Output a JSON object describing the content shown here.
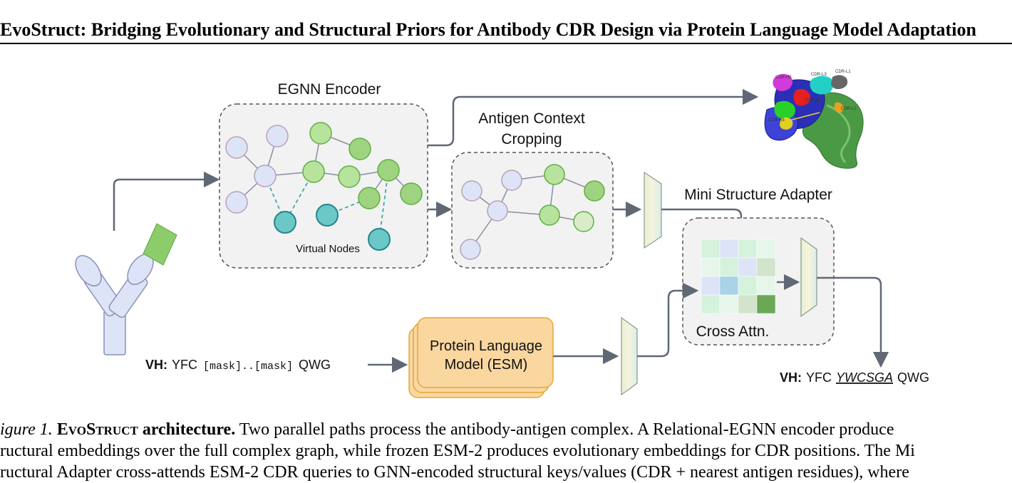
{
  "paper": {
    "title": "EvoStruct: Bridging Evolutionary and Structural Priors for Antibody CDR Design via Protein Language Model Adaptation"
  },
  "figure": {
    "egnn_label": "EGNN Encoder",
    "virtual_nodes_label": "Virtual Nodes",
    "antigen_label_line1": "Antigen Context",
    "antigen_label_line2": "Cropping",
    "adapter_label": "Mini Structure Adapter",
    "cross_attn_label": "Cross Attn.",
    "plm_label_line1": "Protein Language",
    "plm_label_line2": "Model (ESM)",
    "input_seq": {
      "prefix": "VH:",
      "start": "YFC",
      "masked": "[mask]..[mask]",
      "end": "QWG"
    },
    "output_seq": {
      "prefix": "VH:",
      "start": "YFC",
      "designed": "YWCSGA",
      "end": "QWG"
    },
    "protein_labels": [
      "CDR-H2",
      "CDR-L3",
      "CDR-L1",
      "CDR-H1",
      "CDR-L2",
      "CDR-H3"
    ]
  },
  "caption": {
    "fig_label": "igure 1.",
    "name": "EvoStruct",
    "name_suffix": " architecture.",
    "line1_rest": " Two parallel paths process the antibody-antigen complex. A Relational-EGNN encoder produce",
    "line2": "ructural embeddings over the full complex graph, while frozen ESM-2 produces evolutionary embeddings for CDR positions. The Mi",
    "line3": "ructural Adapter cross-attends ESM-2 CDR queries to GNN-encoded structural keys/values (CDR + nearest antigen residues), where"
  },
  "colors": {
    "node_blue": "#dde4f8",
    "node_green": "#9ed37f",
    "node_teal": "#6cc7c7",
    "plm_fill": "#fbd7a0",
    "arrow": "#606876"
  }
}
